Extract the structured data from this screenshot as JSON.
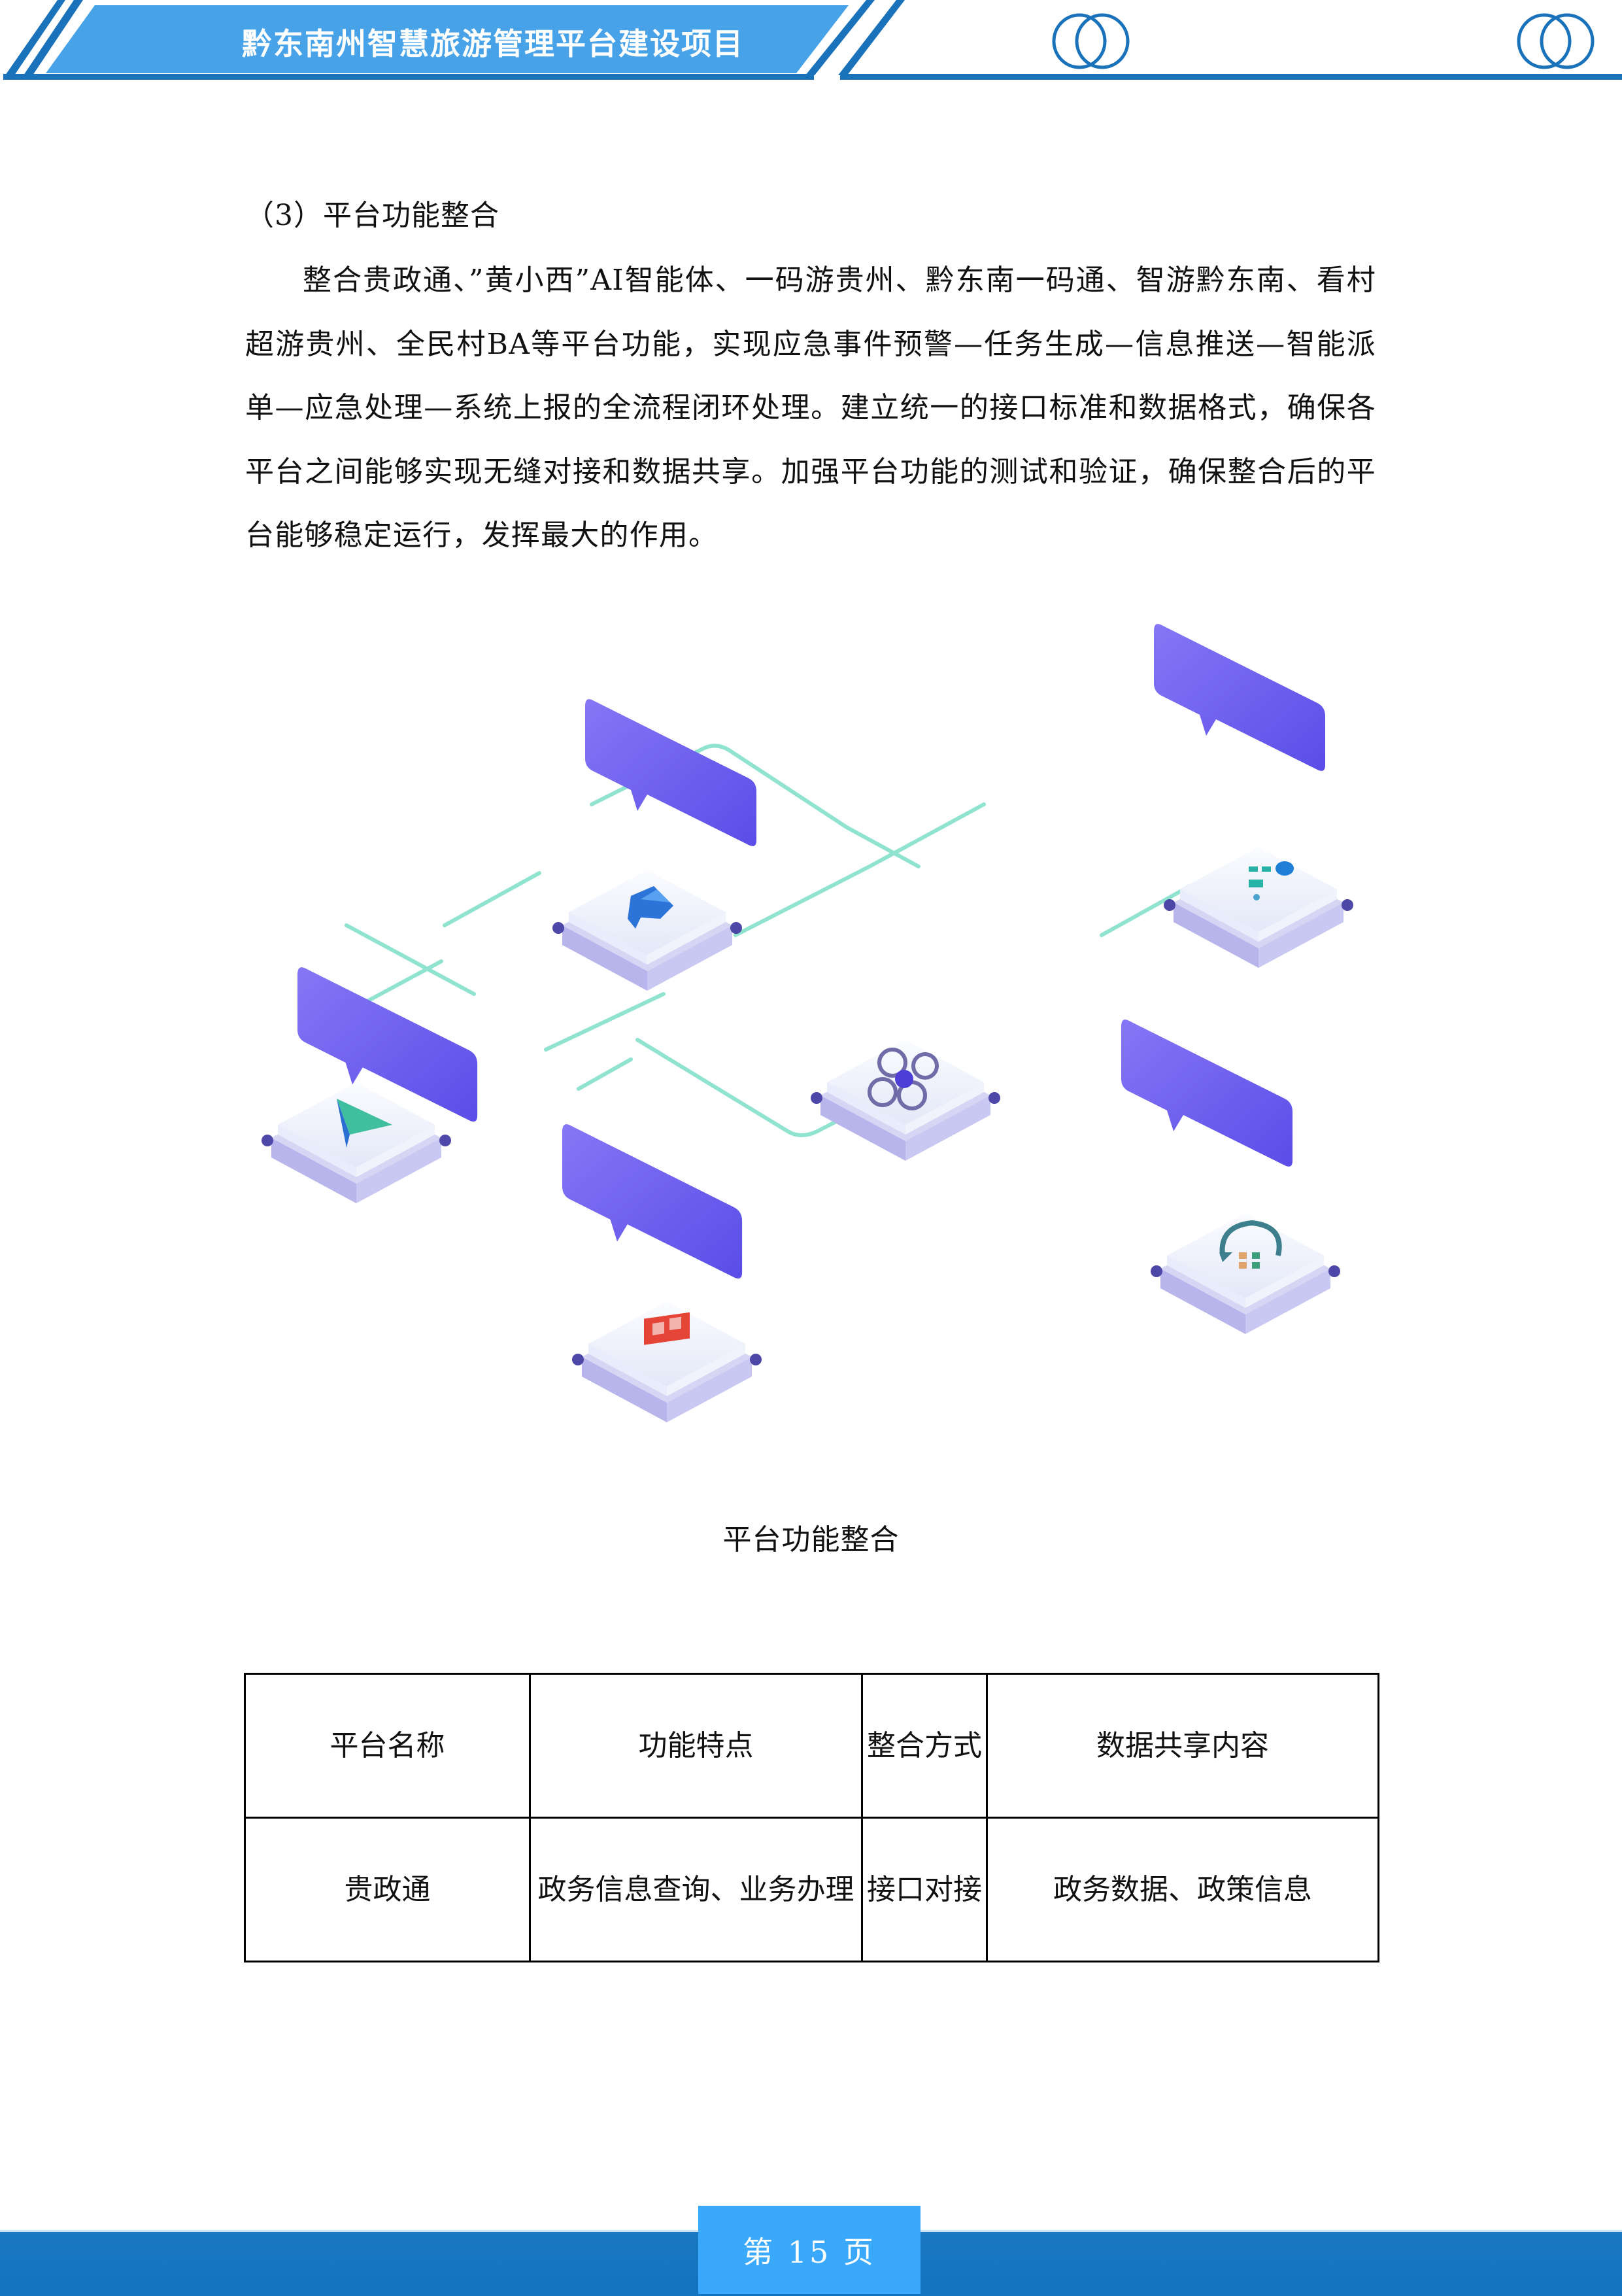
{
  "header": {
    "title": "黔东南州智慧旅游管理平台建设项目",
    "accent_color": "#1a72ba",
    "banner_color": "#47a2e8",
    "icons": [
      "double-ring-icon",
      "double-ring-icon"
    ]
  },
  "section": {
    "heading": "（3）平台功能整合",
    "paragraph": "整合贵政通、”黄小西”AI智能体、一码游贵州、黔东南一码通、智游黔东南、看村超游贵州、全民村BA等平台功能，实现应急事件预警—任务生成—信息推送—智能派单—应急处理—系统上报的全流程闭环处理。建立统一的接口标准和数据格式，确保各平台之间能够实现无缝对接和数据共享。加强平台功能的测试和验证，确保整合后的平台能够稳定运行，发挥最大的作用。"
  },
  "figure": {
    "caption": "平台功能整合",
    "nodes": [
      {
        "id": "node-top-left",
        "icon": "bird-logo-icon",
        "label_visible": "unreadable"
      },
      {
        "id": "node-left",
        "icon": "paper-plane-icon",
        "label_visible": "unreadable"
      },
      {
        "id": "node-bottom",
        "icon": "red-logo-icon",
        "label_visible": "unreadable"
      },
      {
        "id": "node-center",
        "icon": "hub-circles-icon"
      },
      {
        "id": "node-top-right",
        "icon": "dots-logo-icon",
        "label_visible": "unreadable"
      },
      {
        "id": "node-right",
        "icon": "chat-bubble-icon",
        "label_visible": "unreadable"
      }
    ],
    "colors": {
      "label_purple": "#6a5cf0",
      "connector_green": "#8fe3cf",
      "block_face": "#eef1fb",
      "block_side": "#b9b8ee"
    }
  },
  "table": {
    "headers": [
      "平台名称",
      "功能特点",
      "整合方式",
      "数据共享内容"
    ],
    "rows": [
      [
        "贵政通",
        "政务信息查询、业务办理",
        "接口对接",
        "政务数据、政策信息"
      ]
    ]
  },
  "footer": {
    "page_label": "第 15 页",
    "bar_color": "#1a78c2",
    "box_color": "#3aa9fb"
  }
}
